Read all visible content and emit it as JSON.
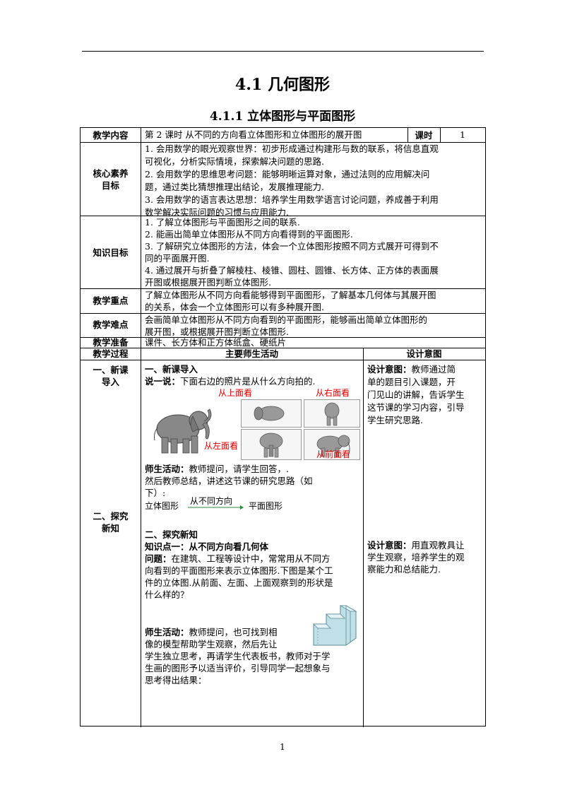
{
  "header": {
    "title": "4.1  几何图形",
    "subtitle": "4.1.1  立体图形与平面图形"
  },
  "rows": {
    "content": {
      "label": "教学内容",
      "value": "第 2 课时  从不同的方向看立体图形和立体图形的展开图",
      "hours_label": "课时",
      "hours_value": "1"
    },
    "core": {
      "label": "核心素养目标",
      "lines": [
        "1.  会用数学的眼光观察世界：初步形成通过构建形与数的联系，将信息直观",
        "可视化，分析实际情境，探索解决问题的思路.",
        "2.  会用数学的思维思考问题：能够明晰运算对象，通过法则的应用解决问",
        "题，通过类比猜想推理出结论，发展推理能力.",
        "3.  会用数学的语言表达思想：培养学生用数学语言讨论问题，养成善于利用",
        "数学解决实际问题的习惯与应用能力."
      ]
    },
    "knowledge": {
      "label": "知识目标",
      "lines": [
        "1. 了解立体图形与平面图形之间的联系.",
        "2. 能画出简单立体图形从不同方向看得到的平面图形.",
        "3. 了解研究立体图形的方法，体会一个立体图形按照不同方式展开可得到不",
        "同的平面展开图.",
        "4. 通过展开与折叠了解棱柱、棱锥、圆柱、圆锥、长方体、正方体的表面展",
        "开图或根据展开图判断立体图形."
      ]
    },
    "key": {
      "label": "教学重点",
      "lines": [
        "了解立体图形从不同方向看能够得到平面图形，了解基本几何体与其展开图",
        "的关系，体会一个立体图形可以有多种展开图."
      ]
    },
    "difficult": {
      "label": "教学难点",
      "lines": [
        "会画简单立体图形从不同方向看到的平面图形，能够画出简单立体图形的",
        "展开图，或根据展开图判断立体图形."
      ]
    },
    "prep": {
      "label": "教学准备",
      "value": "课件、长方体和正方体纸盒、硬纸片"
    },
    "process": {
      "col1": "教学过程",
      "col2": "主要师生活动",
      "col3": "设计意图"
    }
  },
  "stage1": {
    "label_lines": [
      "一、新课",
      "导入"
    ],
    "heading": "一、新课导入",
    "say_label": "说一说：",
    "say_text": "下面右边的照片是从什么方向拍的.",
    "photo_labels": {
      "top": "从上面看",
      "right": "从右面看",
      "left": "从左面看",
      "front": "从前面看"
    },
    "activity_label": "师生活动：",
    "activity_text": "教师提问，请学生回答，.",
    "summary_lines": [
      "然后教师总结，讲述这节课的研究思路（如",
      "下）:"
    ],
    "flow": {
      "from": "立体图形",
      "arrow": "从不同方向",
      "to": "平面图形"
    },
    "intent_label": "设计意图：",
    "intent_lines": [
      "教师通过简",
      "单的题目引入课题，开",
      "门见山的讲解，告诉学生",
      "这节课的学习内容，引导",
      "学生研究思路."
    ]
  },
  "stage2": {
    "label_lines": [
      "二、探究",
      "新知"
    ],
    "heading": "二、探究新知",
    "point": "知识点一：从不同方向看几何体",
    "question_label": "问题：",
    "question_lines": [
      "在建筑、工程等设计中，常常用从不同方",
      "向看到的平面图形来表示立体图形.下图是某个工",
      "件的立体图.从前面、左面、上面观察到的形状是",
      "什么样的？"
    ],
    "activity_label": "师生活动：",
    "activity_lines": [
      "教师提问，也可找到相",
      "像的模型帮助学生观察，然后先让",
      "学生独立思考，再请学生代表板书，教师对于学",
      "生画的图形予以适当评价，引导同学一起想象与",
      "思考得出结果："
    ],
    "intent_label": "设计意图：",
    "intent_lines": [
      "用直观教具让",
      "学生观察，培养学生的观",
      "察能力和总结能力."
    ]
  },
  "page_number": "1"
}
